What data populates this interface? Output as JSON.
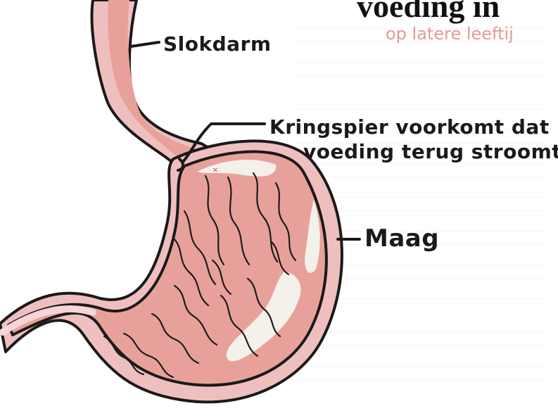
{
  "header": {
    "title_fragment": "voeding in",
    "subtitle": "op latere leeftij"
  },
  "labels": {
    "esophagus": "Slokdarm",
    "sphincter_line1": "Kringspier voorkomt dat",
    "sphincter_line2": "voeding terug stroomt",
    "stomach": "Maag"
  },
  "colors": {
    "stomach_fill": "#e8a19a",
    "wall_fill": "#efbfc0",
    "wall_outline": "#1a1a1a",
    "highlight": "#f3f1ea",
    "subtitle": "#e69a98",
    "marker": "#d7473f"
  },
  "marker": "×"
}
